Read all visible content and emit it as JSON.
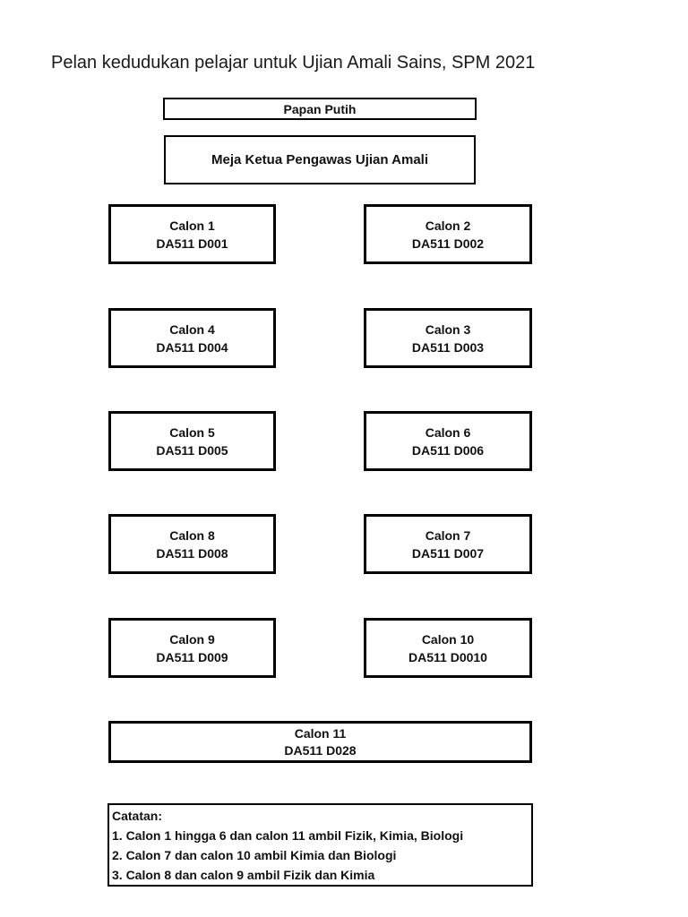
{
  "page": {
    "title": "Pelan kedudukan pelajar untuk Ujian Amali Sains, SPM 2021"
  },
  "whiteboard": {
    "label": "Papan Putih"
  },
  "chief_desk": {
    "label": "Meja Ketua Pengawas Ujian Amali"
  },
  "seats": {
    "rows": [
      {
        "left": {
          "name": "Calon 1",
          "code": "DA511 D001"
        },
        "right": {
          "name": "Calon 2",
          "code": "DA511 D002"
        }
      },
      {
        "left": {
          "name": "Calon 4",
          "code": "DA511 D004"
        },
        "right": {
          "name": "Calon 3",
          "code": "DA511 D003"
        }
      },
      {
        "left": {
          "name": "Calon 5",
          "code": "DA511 D005"
        },
        "right": {
          "name": "Calon 6",
          "code": "DA511 D006"
        }
      },
      {
        "left": {
          "name": "Calon 8",
          "code": "DA511 D008"
        },
        "right": {
          "name": "Calon 7",
          "code": "DA511 D007"
        }
      },
      {
        "left": {
          "name": "Calon 9",
          "code": "DA511 D009"
        },
        "right": {
          "name": "Calon 10",
          "code": "DA511 D0010"
        }
      }
    ],
    "wide": {
      "name": "Calon 11",
      "code": "DA511 D028"
    }
  },
  "notes": {
    "heading": "Catatan:",
    "items": [
      "1. Calon 1 hingga 6 dan calon 11 ambil Fizik, Kimia, Biologi",
      "2. Calon 7 dan calon 10 ambil Kimia dan Biologi",
      "3. Calon 8 dan calon 9 ambil Fizik dan Kimia"
    ]
  },
  "colors": {
    "ink": "#111111",
    "border": "#000000",
    "background": "#ffffff"
  }
}
